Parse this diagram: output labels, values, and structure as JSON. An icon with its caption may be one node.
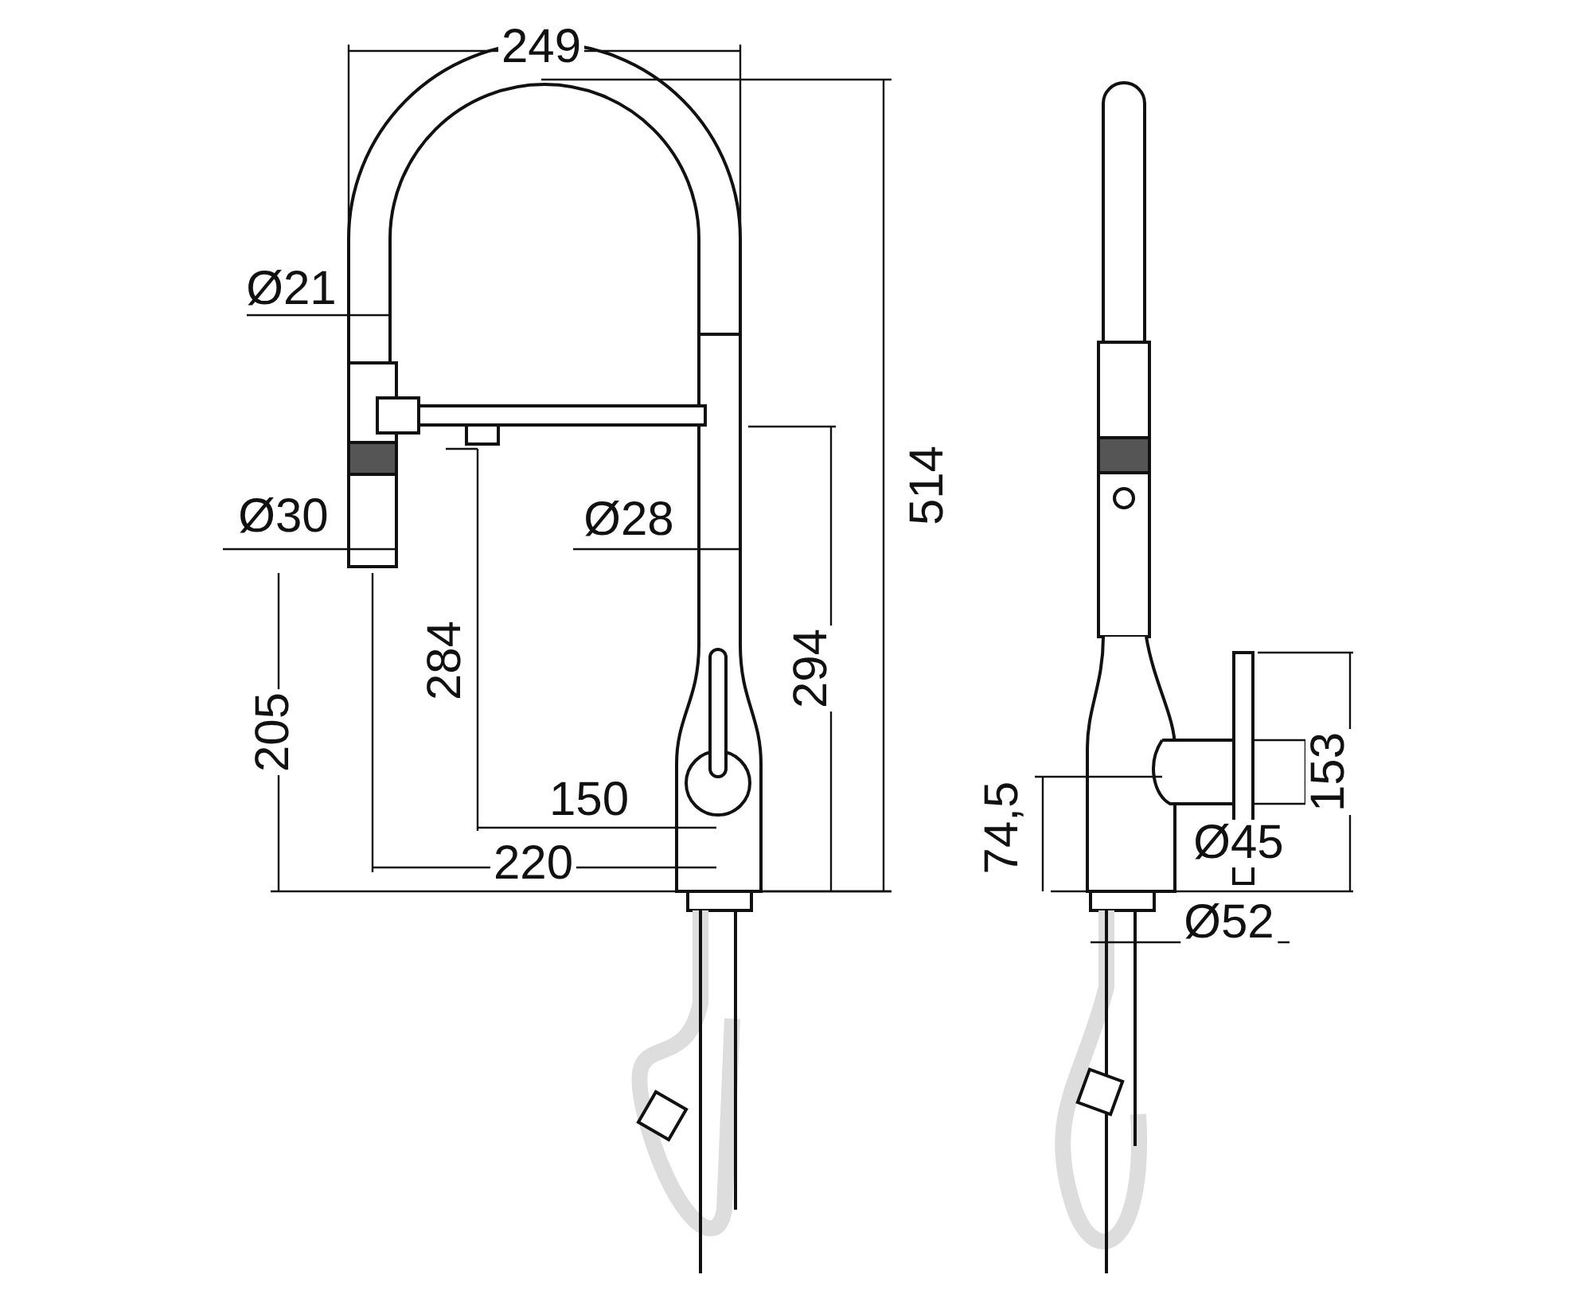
{
  "diagram": {
    "labels": [
      "249",
      "Ø21",
      "Ø30",
      "Ø28",
      "514",
      "284",
      "294",
      "205",
      "153",
      "74,5",
      "150",
      "Ø45",
      "220",
      "Ø52"
    ]
  }
}
